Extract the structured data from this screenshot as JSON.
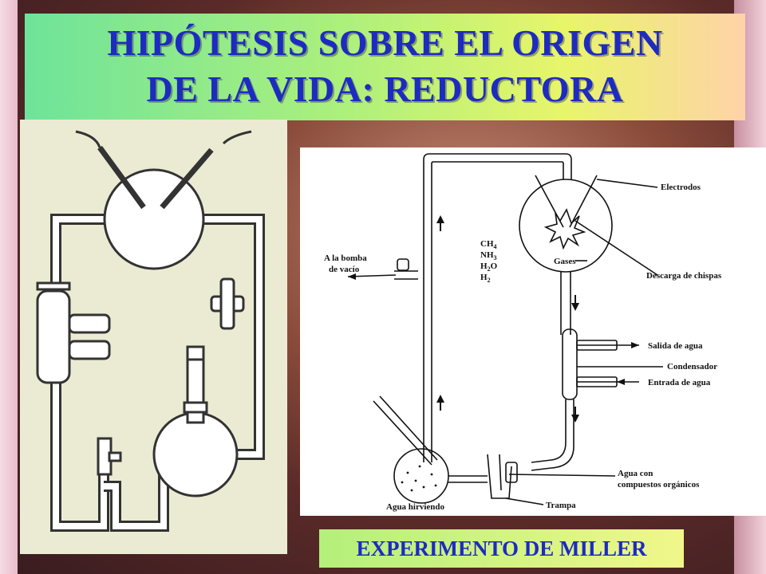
{
  "title": {
    "line1": "HIPÓTESIS SOBRE EL ORIGEN",
    "line2": "DE LA VIDA: REDUCTORA"
  },
  "caption": "EXPERIMENTO DE MILLER",
  "diagram": {
    "labels": {
      "electrodos": "Electrodos",
      "bomba_line1": "A la bomba",
      "bomba_line2": "de vacío",
      "ch4": "CH",
      "ch4_sub": "4",
      "nh3": "NH",
      "nh3_sub": "3",
      "h2o_h": "H",
      "h2o_sub": "2",
      "h2o_o": "O",
      "h2": "H",
      "h2_sub": "2",
      "gases": "Gases",
      "descarga": "Descarga de chispas",
      "salida": "Salida de agua",
      "condensador": "Condensador",
      "entrada": "Entrada de agua",
      "agua_con_1": "Agua con",
      "agua_con_2": "compuestos orgánicos",
      "agua_hirviendo": "Agua hirviendo",
      "trampa": "Trampa"
    }
  },
  "colors": {
    "title_text": "#1d2bc0",
    "left_panel_bg": "#ebebd3"
  }
}
